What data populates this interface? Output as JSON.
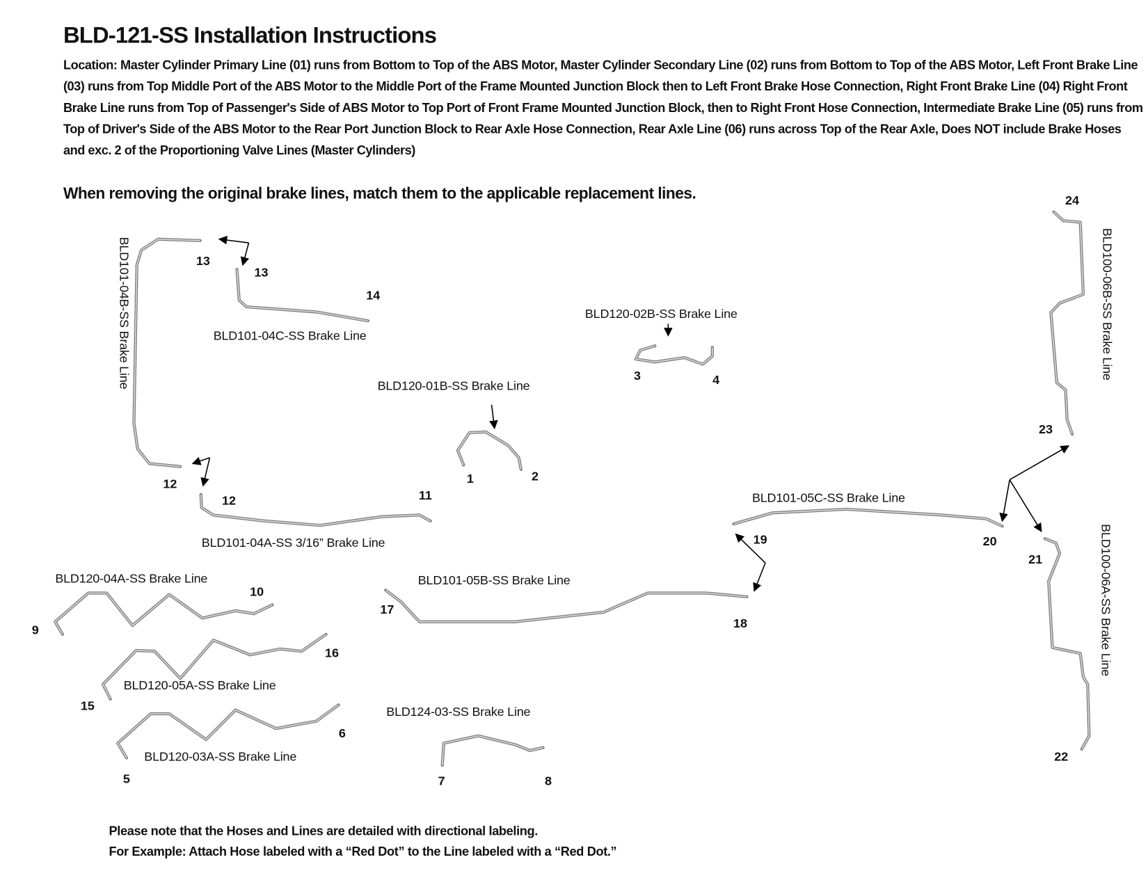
{
  "title": "BLD-121-SS Installation Instructions",
  "location_text": "Location: Master Cylinder Primary Line (01) runs from Bottom to Top of the ABS Motor, Master Cylinder Secondary Line (02) runs from Bottom to Top of the ABS Motor, Left Front Brake Line (03) runs from Top Middle Port of the ABS Motor to the Middle Port of the Frame Mounted Junction Block then to Left Front Brake Hose Connection, Right Front Brake Line (04) Right Front Brake Line runs from Top of Passenger's Side of ABS Motor to Top Port of Front Frame Mounted Junction Block, then to Right Front Hose Connection, Intermediate Brake Line (05) runs from Top of Driver's Side of the ABS Motor to the Rear Port Junction Block to Rear Axle Hose Connection, Rear Axle Line (06) runs across Top of the Rear Axle, Does NOT include Brake Hoses and exc. 2 of the Proportioning Valve Lines (Master Cylinders)",
  "instruction": "When removing the original brake lines, match them to the applicable replacement lines.",
  "line_labels": {
    "l04b": "BLD101-04B-SS Brake Line",
    "l04c": "BLD101-04C-SS Brake Line",
    "l02b": "BLD120-02B-SS Brake Line",
    "l01b": "BLD120-01B-SS Brake Line",
    "l04a": "BLD101-04A-SS 3/16”  Brake Line",
    "l05c": "BLD101-05C-SS Brake Line",
    "l120_04a": "BLD120-04A-SS Brake Line",
    "l05b": "BLD101-05B-SS Brake Line",
    "l120_05a": "BLD120-05A-SS Brake Line",
    "l124_03": "BLD124-03-SS Brake Line",
    "l120_03a": "BLD120-03A-SS Brake Line",
    "l06b": "BLD100-06B-SS Brake Line",
    "l06a": "BLD100-06A-SS Brake Line"
  },
  "numbers": {
    "n1": "1",
    "n2": "2",
    "n3": "3",
    "n4": "4",
    "n5": "5",
    "n6": "6",
    "n7": "7",
    "n8": "8",
    "n9": "9",
    "n10": "10",
    "n11": "11",
    "n12a": "12",
    "n12b": "12",
    "n13a": "13",
    "n13b": "13",
    "n14": "14",
    "n15": "15",
    "n16": "16",
    "n17": "17",
    "n18": "18",
    "n19": "19",
    "n20": "20",
    "n21": "21",
    "n22": "22",
    "n23": "23",
    "n24": "24"
  },
  "footer": {
    "line1": "Please note that the Hoses and Lines are detailed with directional labeling.",
    "line2": "For Example: Attach Hose labeled with a “Red Dot” to the Line labeled with a “Red Dot.”"
  }
}
